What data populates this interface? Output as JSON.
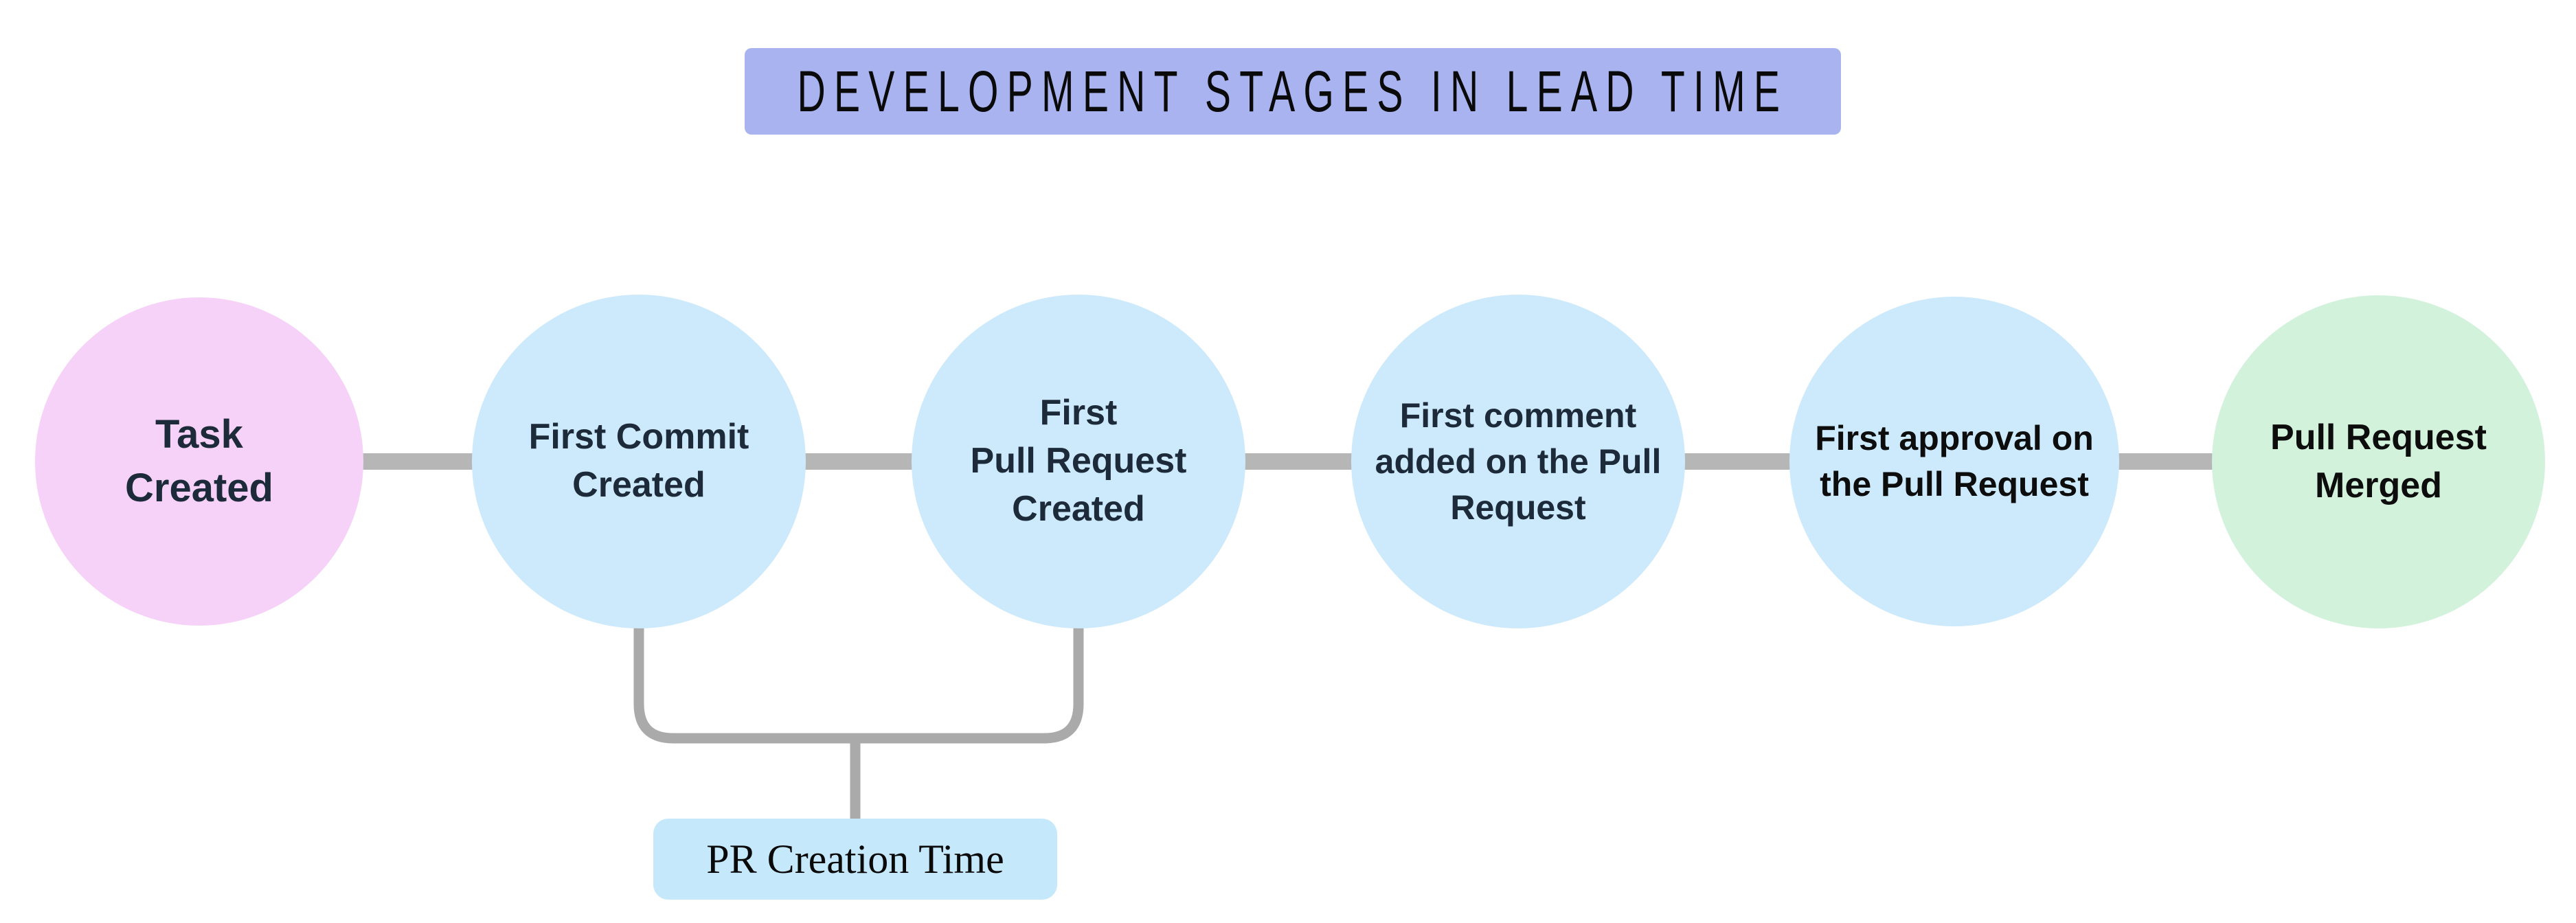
{
  "title": {
    "text": "DEVELOPMENT STAGES IN LEAD TIME",
    "bg_color": "#a9b3ef"
  },
  "diagram": {
    "stages": [
      {
        "id": "task-created",
        "lines": [
          "Task",
          "Created"
        ],
        "fill": "#f6d2f9",
        "text_color": "#1d2a3a"
      },
      {
        "id": "first-commit-created",
        "lines": [
          "First Commit",
          "Created"
        ],
        "fill": "#cdeafc",
        "text_color": "#1d2a3a"
      },
      {
        "id": "first-pull-request-created",
        "lines": [
          "First",
          "Pull Request",
          "Created"
        ],
        "fill": "#cdeafc",
        "text_color": "#1d2a3a"
      },
      {
        "id": "first-comment-added",
        "lines": [
          "First comment",
          "added on the Pull",
          "Request"
        ],
        "fill": "#cdeafc",
        "text_color": "#1d2a3a"
      },
      {
        "id": "first-approval",
        "lines": [
          "First approval on",
          "the Pull Request"
        ],
        "fill": "#cdeafc",
        "text_color": "#0d0d0d"
      },
      {
        "id": "pull-request-merged",
        "lines": [
          "Pull Request",
          "Merged"
        ],
        "fill": "#d2f2dc",
        "text_color": "#0d0d0d"
      }
    ],
    "connector_color": "#b6b6b6",
    "bracket": {
      "color": "#aaaaaa",
      "label": "PR Creation Time",
      "label_bg": "#c6e8fb"
    }
  }
}
